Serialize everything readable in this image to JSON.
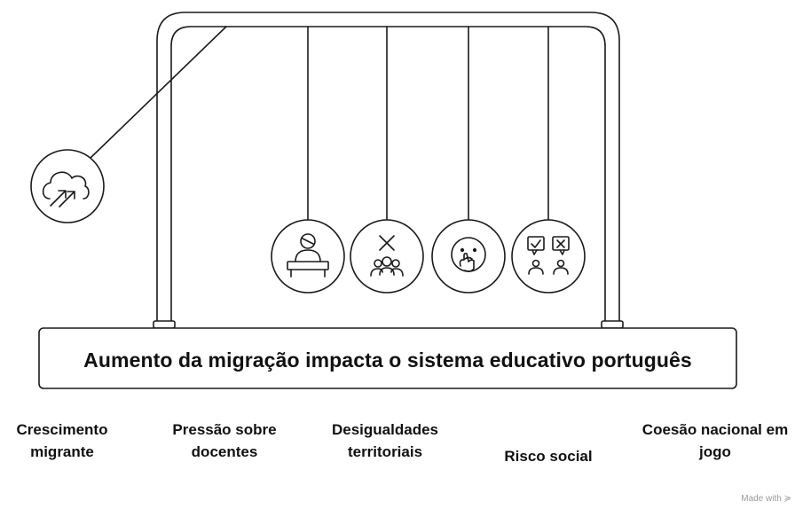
{
  "title": "Aumento da migração impacta o sistema educativo português",
  "items": [
    {
      "label": "Crescimento migrante",
      "icon": "rising-cloud-arrows-icon"
    },
    {
      "label": "Pressão sobre docentes",
      "icon": "teacher-at-desk-icon"
    },
    {
      "label": "Desigualdades territoriais",
      "icon": "divided-group-icon"
    },
    {
      "label": "Risco social",
      "icon": "worried-face-icon"
    },
    {
      "label": "Coesão nacional em jogo",
      "icon": "opinion-bubbles-icon"
    }
  ],
  "footer": {
    "brand": "Made with ≽"
  },
  "colors": {
    "stroke": "#1a1a1a",
    "background": "#ffffff"
  }
}
